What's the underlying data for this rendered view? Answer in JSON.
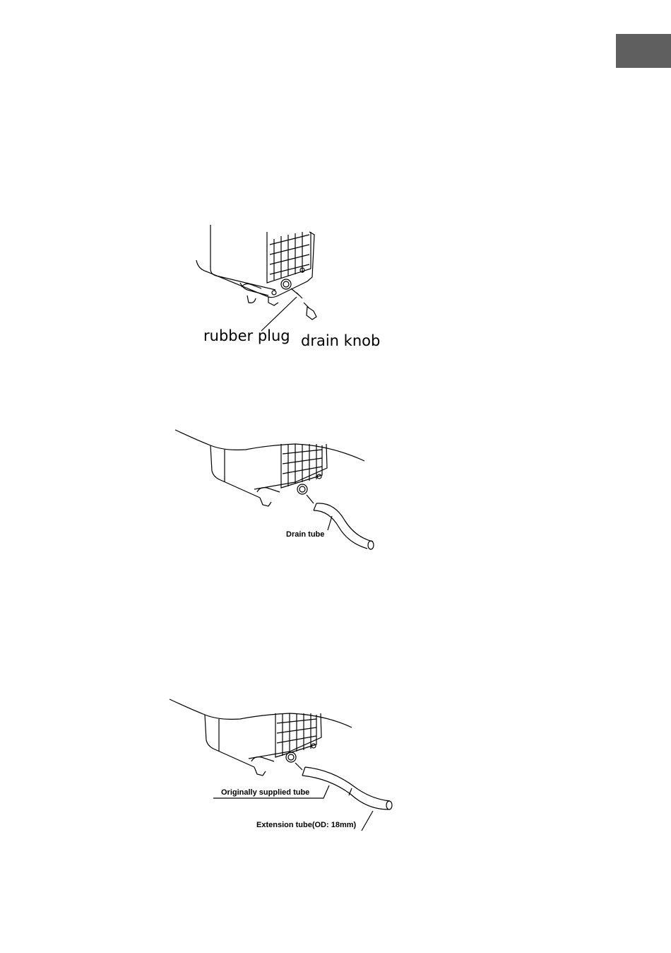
{
  "figure1": {
    "label_rubber_plug": "rubber plug",
    "label_drain_knob": "drain knob"
  },
  "figure2": {
    "label_drain_tube": "Drain tube"
  },
  "figure3": {
    "label_original_tube": "Originally supplied tube",
    "label_extension_tube": "Extension tube(OD: 18mm)"
  },
  "colors": {
    "tab": "#5f5f5f",
    "ink": "#000000"
  }
}
